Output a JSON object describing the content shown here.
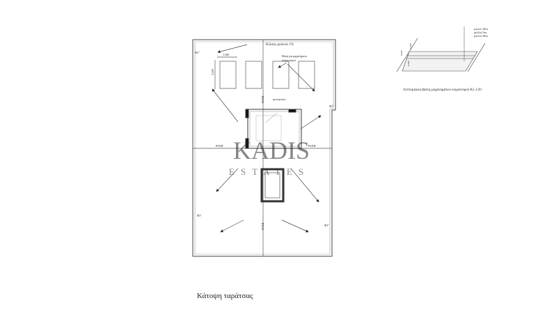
{
  "plan": {
    "slope_note": "Κλίσεις ρύσεων 1%",
    "ac_base_note_1": "Βάση για μηχανήματα",
    "ac_base_note_2": "κλιματισμού",
    "dim_width": "1,500",
    "dim_height": "2,500",
    "ridge": "ΡΑΧΗ",
    "lightwell": "φωταγωγός",
    "drain": "Φ3\"",
    "title": "Κάτοψη ταράτσας"
  },
  "detail": {
    "layer_1": "μπετόν 10εκ.",
    "layer_2": "φελλός 5εκ.",
    "layer_3": "μπετόν 20εκ.",
    "dim_a": "0,050",
    "dim_b": "0,100",
    "dim_c": "0,300",
    "caption": "Λεπτομέρεια βάσης μηχανημάτων κλιματισμού  Κλ.1:20"
  },
  "watermark": {
    "line1": "KADIS",
    "line2": "ESTATES"
  }
}
